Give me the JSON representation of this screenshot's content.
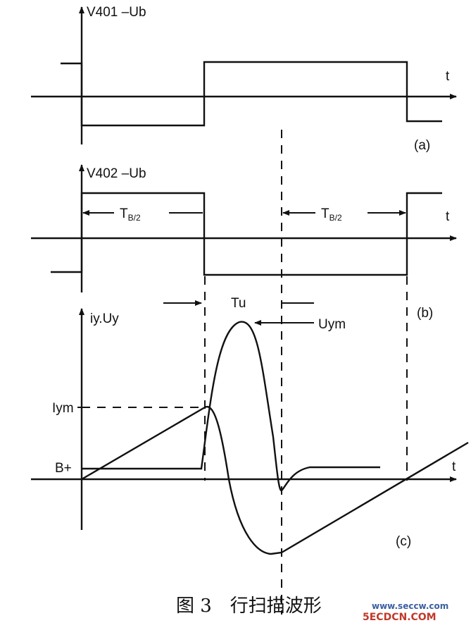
{
  "panel_a": {
    "signal_label": "V401  –Ub",
    "axis_t_label": "t",
    "panel_tag": "(a)"
  },
  "panel_b": {
    "signal_label": "V402  –Ub",
    "axis_t_label": "t",
    "half_period_left_main": "T",
    "half_period_left_sub": "B/2",
    "half_period_right_main": "T",
    "half_period_right_sub": "B/2",
    "panel_tag": "(b)"
  },
  "panel_c": {
    "y_axis_label": "iy.Uy",
    "axis_t_label": "t",
    "current_peak_label": "Iym",
    "supply_label": "B+",
    "tu_label": "Tu",
    "voltage_peak_label": "Uym",
    "panel_tag": "(c)"
  },
  "caption": "图 3　行扫描波形",
  "watermark": {
    "main": "5ECDCN.COM",
    "url": "www.seccw.com"
  },
  "colors": {
    "ink": "#111111",
    "watermark_red": "#c0392b",
    "watermark_blue": "#3b5fa0"
  }
}
